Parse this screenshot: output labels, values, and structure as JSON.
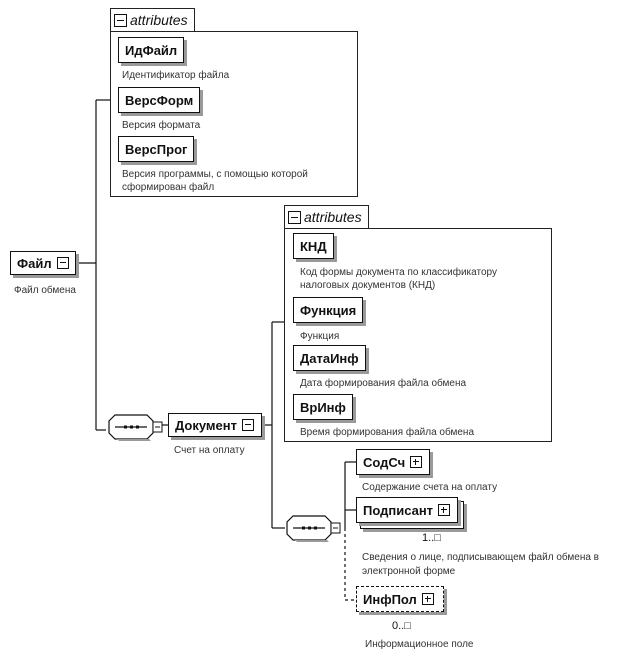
{
  "root": {
    "name": "Файл",
    "description": "Файл обмена",
    "toggle": "minus"
  },
  "root_attributes": {
    "tab_label": "attributes",
    "items": [
      {
        "name": "ИдФайл",
        "description": "Идентификатор файла"
      },
      {
        "name": "ВерсФорм",
        "description": "Версия формата"
      },
      {
        "name": "ВерсПрог",
        "description_line1": "Версия программы, с помощью которой",
        "description_line2": "сформирован файл"
      }
    ]
  },
  "document": {
    "name": "Документ",
    "description": "Счет на оплату",
    "toggle": "minus"
  },
  "document_attributes": {
    "tab_label": "attributes",
    "items": [
      {
        "name": "КНД",
        "description_line1": "Код формы документа по классификатору",
        "description_line2": "налоговых документов (КНД)"
      },
      {
        "name": "Функция",
        "description": "Функция"
      },
      {
        "name": "ДатаИнф",
        "description": "Дата формирования файла обмена"
      },
      {
        "name": "ВрИнф",
        "description": "Время формирования файла обмена"
      }
    ]
  },
  "document_children": [
    {
      "name": "СодСч",
      "description": "Содержание счета на оплату",
      "toggle": "plus",
      "optional": false
    },
    {
      "name": "Подписант",
      "description_line1": "Сведения о лице, подписывающем файл обмена в",
      "description_line2": "электронной форме",
      "multiplicity": "1..□",
      "toggle": "plus",
      "optional": false
    },
    {
      "name": "ИнфПол",
      "description": "Информационное поле",
      "multiplicity": "0..□",
      "toggle": "plus",
      "optional": true
    }
  ],
  "sequence_icon": "sequence-compositor-icon"
}
